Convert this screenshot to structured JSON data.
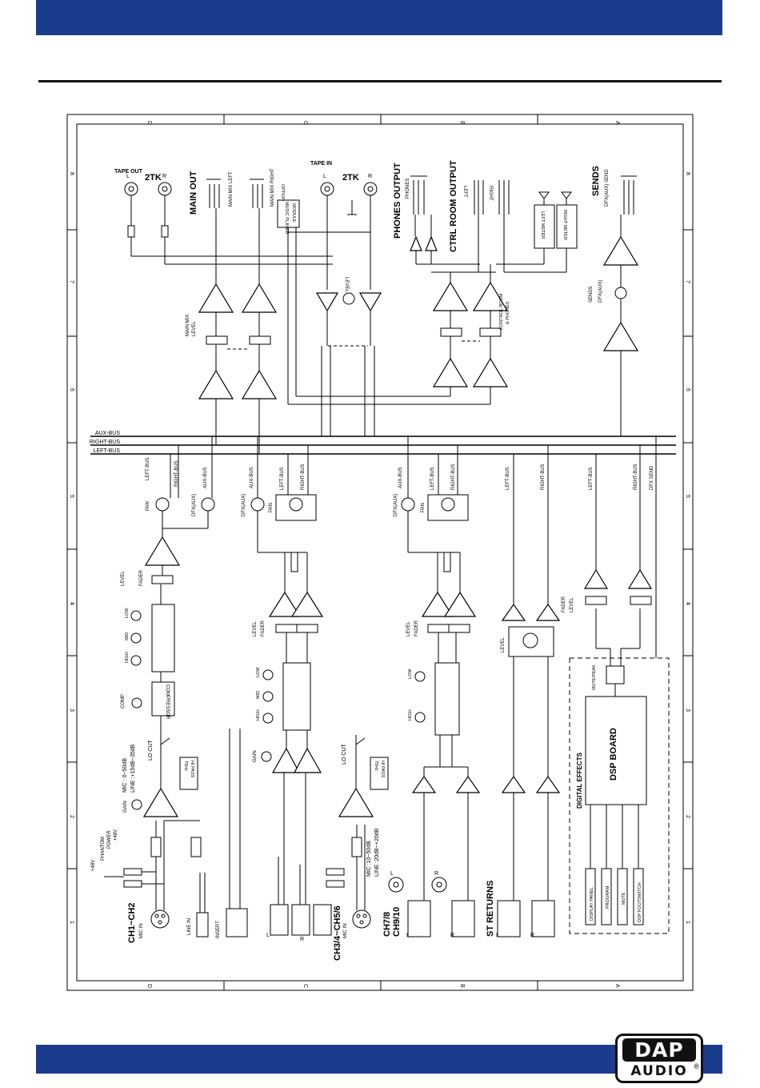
{
  "border": {
    "cols": [
      "D",
      "C",
      "B",
      "A"
    ],
    "rows": [
      "8",
      "7",
      "6",
      "5",
      "4",
      "3",
      "2",
      "1"
    ]
  },
  "labels": {
    "ch1_2": "CH1~CH2",
    "mic_in": "MIC IN",
    "line_in": "LINE IN",
    "insert": "INSERT",
    "phantom": "PHANTOM",
    "power": "POWER",
    "v48": "+48V",
    "ch34_56": "CH3/4~CH5/6",
    "ch78": "CH7/8",
    "ch910": "CH9/10",
    "st_returns": "ST RETURNS",
    "gain": "GAIN",
    "comp": "COMP",
    "compressor": "COMPRESSOR",
    "low": "LOW",
    "mid": "MID",
    "high": "HIGH",
    "level": "LEVEL",
    "fader": "FADER",
    "pan": "PAN",
    "dfx_aux": "DFX(AUX)",
    "mic_0_50": "MIC : 0~50dB",
    "line_15_35": "LINE :+15dB~35dB",
    "mic_10_50": "MIC :10~50dB",
    "line_20_20": "LINE :20dB~+20dB",
    "lo_cut": "LO CUT",
    "hz75": "75Hz",
    "hi_pass": "HI PASS",
    "left_bus": "LEFT-BUS",
    "right_bus": "RIGHT-BUS",
    "aux_bus": "AUX-BUS",
    "dfx_send": "DFX SEND",
    "tape_out": "TAPE OUT",
    "tape_in": "TAPE IN",
    "two_tk": "2TK",
    "main_out": "MAIN OUT",
    "main_mix_left": "MAIN MIX LEFT",
    "main_mix_right": "MAIN MIX RIGHT",
    "option": "OPTION",
    "music_player": "MUSIC PLAYER",
    "module": "MODULE",
    "phones_output": "PHONES OUTPUT",
    "phones": "PHONES",
    "ctrl_room_output": "CTRL ROOM OUTPUT",
    "left": "LEFT",
    "right": "RIGHT",
    "left_meter": "LEFT METER",
    "right_meter": "RIGHT METER",
    "sends": "SENDS",
    "dfx_aux_send": "DFX(AUX) SEND",
    "main_mix": "MAIN MIX",
    "control_room": "CONTROL ROOM",
    "and_phones": "& PHONES",
    "digital_effects": "DIGITAL EFFECTS",
    "dsp_board": "DSP BOARD",
    "mute_peak": "MUTE/PEAK",
    "display_panel": "DISPLAY PANEL",
    "program": "PROGRAM",
    "mute": "MUTE",
    "dsp_footswitch": "DSP FOOTSWITCH",
    "L": "L",
    "R": "R"
  },
  "logo": {
    "top": "DAP",
    "bottom": "AUDIO",
    "reg": "®"
  },
  "colors": {
    "band": "#1b3c8d"
  }
}
